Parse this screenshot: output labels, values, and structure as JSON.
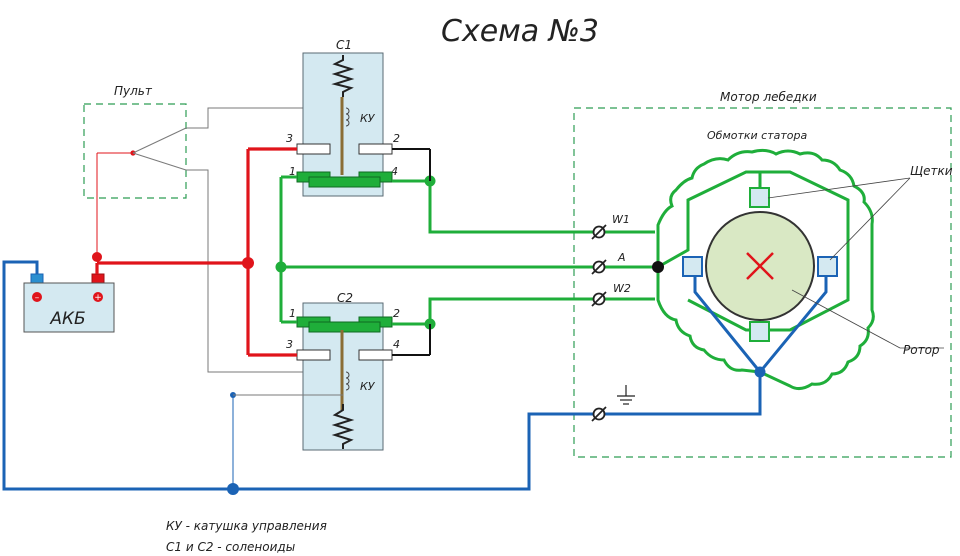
{
  "title": "Схема №3",
  "labels": {
    "remote": "Пульт",
    "battery": "АКБ",
    "solenoid1": "С1",
    "solenoid2": "С2",
    "coil1": "КУ",
    "coil2": "КУ",
    "motor": "Мотор лебедки",
    "stator": "Обмотки статора",
    "brushes": "Щетки",
    "rotor": "Ротор",
    "w1": "W1",
    "a": "A",
    "w2": "W2"
  },
  "terminals": {
    "c1": [
      "3",
      "2",
      "1",
      "4"
    ],
    "c2": [
      "1",
      "2",
      "3",
      "4"
    ]
  },
  "legend": [
    "КУ - катушка управления",
    "С1 и С2 - соленоиды"
  ],
  "colors": {
    "positive": "#e0141b",
    "ground": "#1b63b5",
    "motor_wiring": "#1fae3a",
    "solenoid_body": "#d4e9f1",
    "rotor": "#d9e8c4",
    "frame": "#2e9d55"
  },
  "icons": [
    "ground-icon",
    "rotor-cross-icon",
    "spring-icon",
    "coil-icon"
  ]
}
